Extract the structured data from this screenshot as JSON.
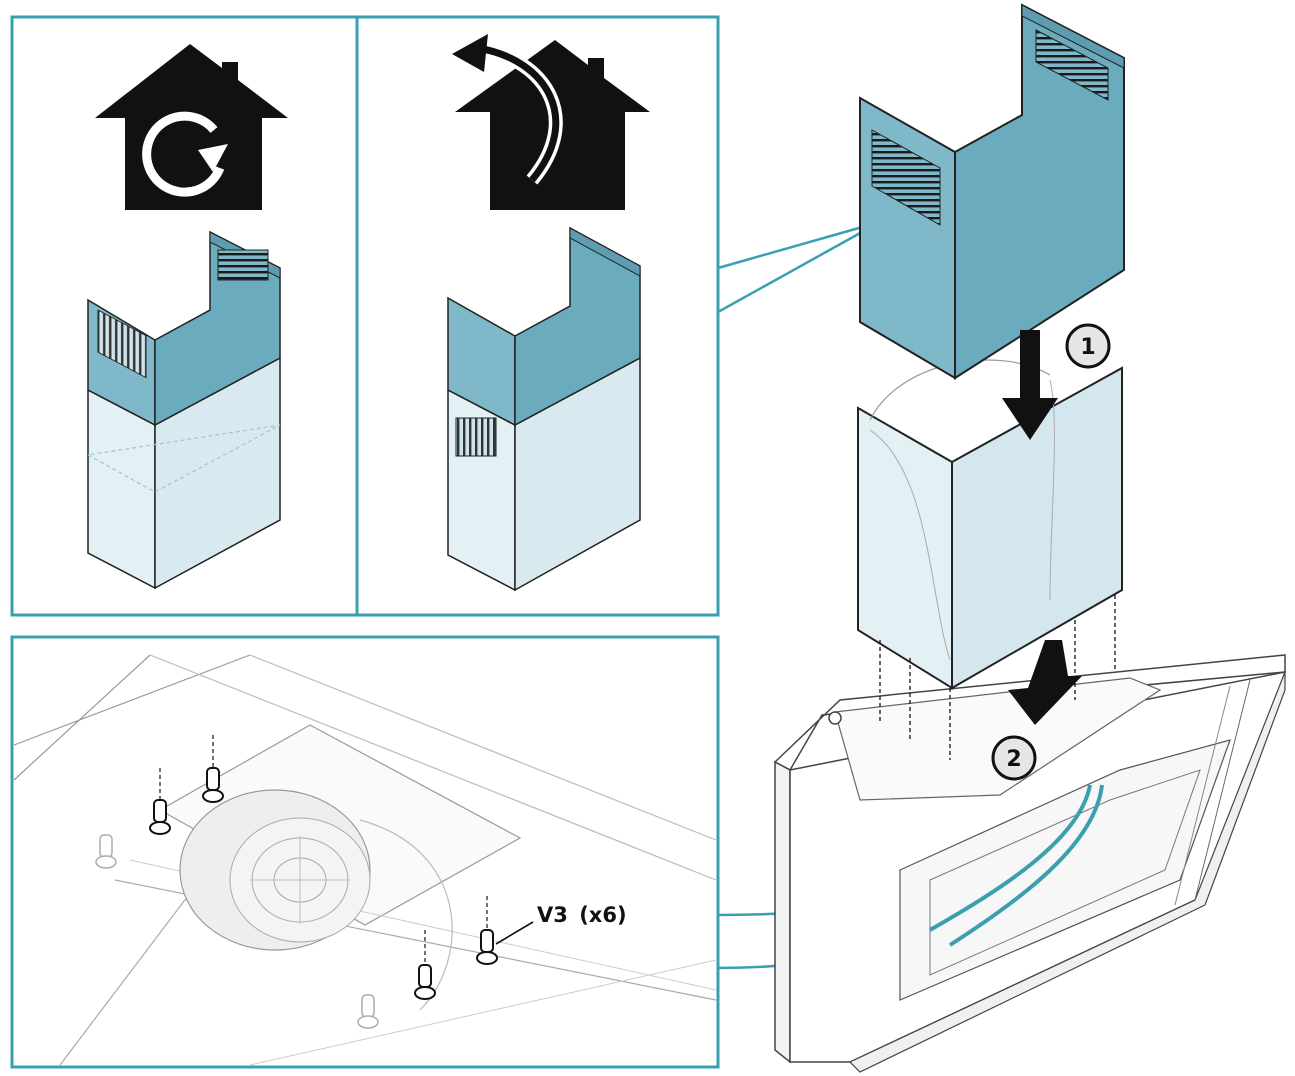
{
  "colors": {
    "frame": "#3aa0b0",
    "cover_teal": "#7fb9c9",
    "cover_teal_dark": "#5e9db0",
    "cover_light": "#e3f0f4",
    "ink": "#111111",
    "badge_fill": "#e6e6e6"
  },
  "icons": {
    "recirculation": "house-recirculation-icon",
    "extraction": "house-extraction-icon"
  },
  "steps": [
    {
      "number": "1"
    },
    {
      "number": "2"
    }
  ],
  "screw": {
    "code": "V3",
    "qty": "(x6)"
  }
}
